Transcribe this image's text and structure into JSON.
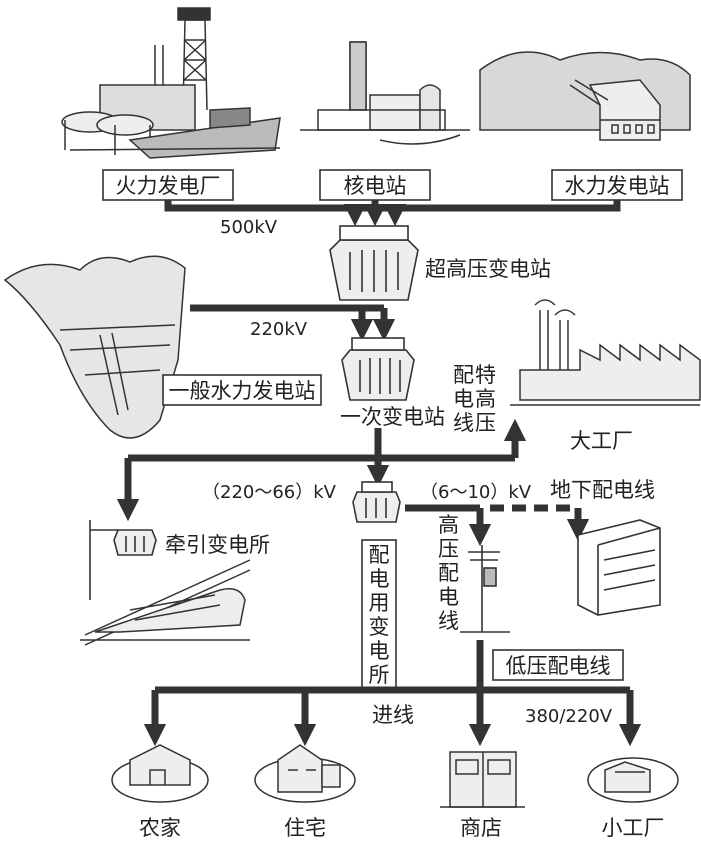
{
  "sources": {
    "thermal": "火力发电厂",
    "nuclear": "核电站",
    "hydro": "水力发电站"
  },
  "substations": {
    "ultra_high": "超高压变电站",
    "general_hydro": "一般水力发电站",
    "primary": "一次变电站",
    "traction": "牵引变电所",
    "distribution_lines": [
      "配",
      "电",
      "用",
      "变",
      "电",
      "所"
    ]
  },
  "voltages": {
    "v500": "500kV",
    "v220": "220kV",
    "v220_66": "（220～66）kV",
    "v6_10": "（6～10）kV",
    "v380_220": "380/220V"
  },
  "lines": {
    "special_hv_col1": [
      "配",
      "电",
      "线"
    ],
    "special_hv_col2": [
      "特",
      "高",
      "压"
    ],
    "hv_distribution": [
      "高",
      "压",
      "配",
      "电",
      "线"
    ],
    "underground": "地下配电线",
    "low_voltage": "低压配电线",
    "incoming": "进线"
  },
  "consumers": {
    "big_factory": "大工厂",
    "farmhouse": "农家",
    "residence": "住宅",
    "shop": "商店",
    "small_factory": "小工厂"
  }
}
